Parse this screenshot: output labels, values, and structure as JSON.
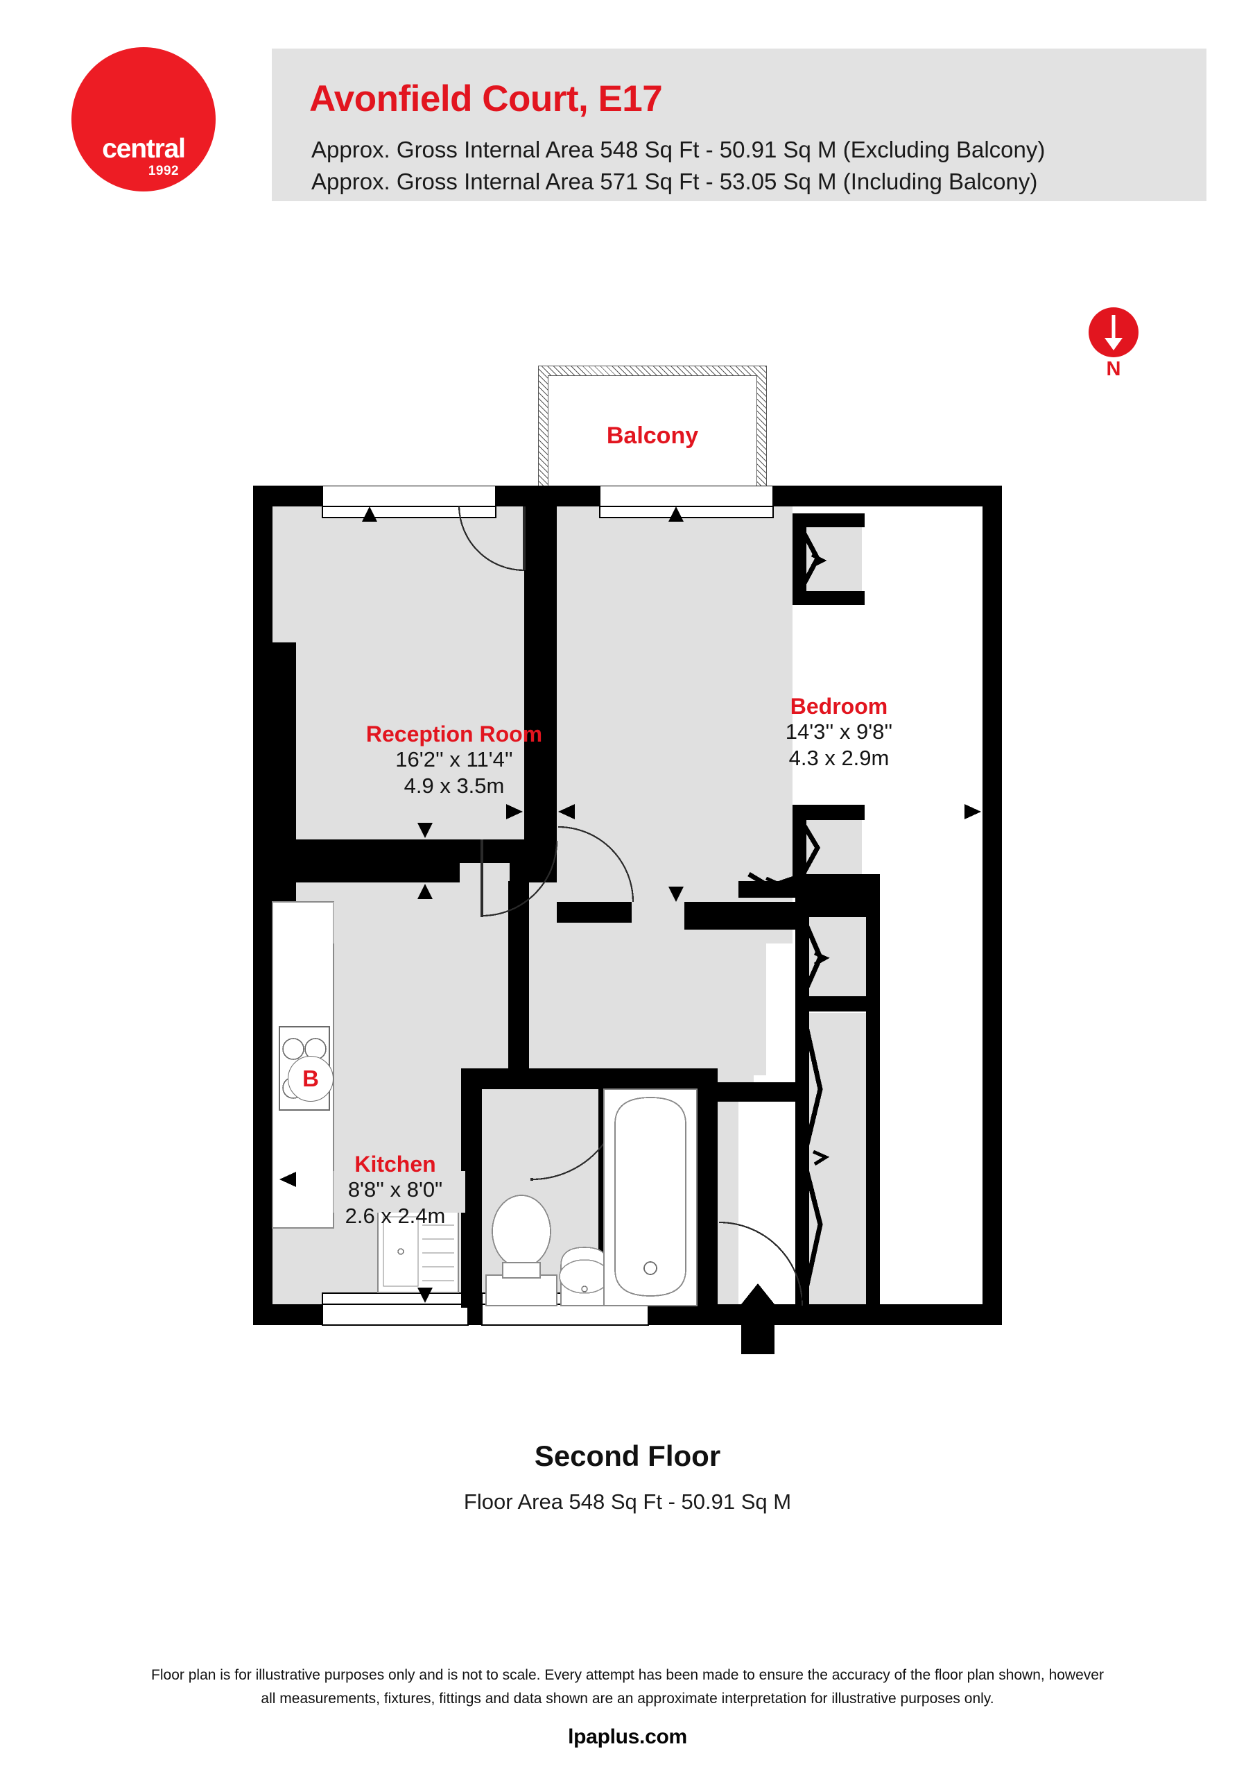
{
  "brand": {
    "logo_word": "central",
    "logo_year": "1992",
    "accent_red": "#e2151f",
    "logo_red": "#ed1c24",
    "header_band": "#e2e2e2",
    "room_fill": "#e0e0e0",
    "wall_color": "#000000"
  },
  "header": {
    "title": "Avonfield Court, E17",
    "area_excluding": "Approx. Gross Internal Area 548 Sq Ft - 50.91 Sq M (Excluding Balcony)",
    "area_including": "Approx. Gross Internal Area 571 Sq Ft - 53.05 Sq M (Including Balcony)"
  },
  "compass": {
    "label": "N",
    "icon": "north-arrow-down-icon"
  },
  "balcony": {
    "label": "Balcony"
  },
  "rooms": [
    {
      "key": "reception",
      "name": "Reception Room",
      "dim_imperial": "16'2'' x 11'4''",
      "dim_metric": "4.9 x 3.5m"
    },
    {
      "key": "bedroom",
      "name": "Bedroom",
      "dim_imperial": "14'3'' x 9'8''",
      "dim_metric": "4.3 x 2.9m"
    },
    {
      "key": "kitchen",
      "name": "Kitchen",
      "dim_imperial": "8'8'' x 8'0\"",
      "dim_metric": "2.6 x 2.4m"
    }
  ],
  "markers": {
    "boiler": "B"
  },
  "fixtures": [
    "hob-icon",
    "sink-icon",
    "toilet-icon",
    "basin-icon",
    "bath-icon"
  ],
  "footer": {
    "floor_name": "Second Floor",
    "floor_area": "Floor Area 548 Sq Ft - 50.91 Sq M",
    "disclaimer_line_1": "Floor plan is for illustrative purposes only and is not to scale. Every attempt has been made to ensure the accuracy of the floor plan shown, however",
    "disclaimer_line_2": "all measurements, fixtures, fittings and data shown are an approximate interpretation for illustrative purposes only.",
    "site": "lpaplus.com"
  }
}
